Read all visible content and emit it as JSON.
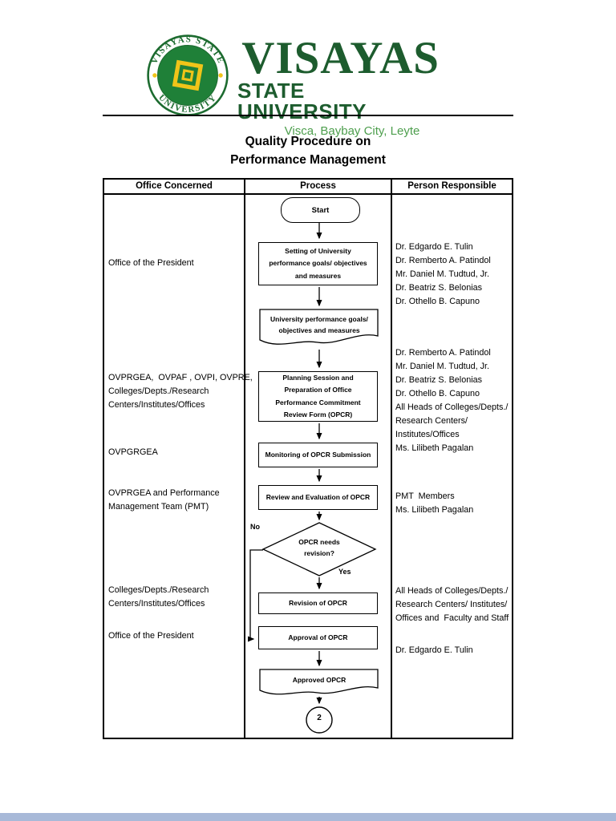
{
  "header": {
    "seal_top": "VISAYAS STATE",
    "seal_bottom": "UNIVERSITY",
    "university_line1": "VISAYAS",
    "university_line2": "STATE UNIVERSITY",
    "address": "Visca, Baybay City, Leyte"
  },
  "colors": {
    "brand_green": "#1d5c2e",
    "address_green": "#4d9e4d",
    "seal_yellow": "#f0c419",
    "seal_disc_green": "#1f8038",
    "footer_strip_blue": "#a8b9d8"
  },
  "title": "Quality Procedure on\nPerformance Management",
  "table": {
    "header1": "Office Concerned",
    "header2": "Process",
    "header3": "Person Responsible"
  },
  "office_concerned": {
    "item1": "Office of the President",
    "item2": "OVPRGEA,  OVPAF , OVPI, OVPRE,\nColleges/Depts./Research\nCenters/Institutes/Offices",
    "item3": "OVPGRGEA",
    "item4": "OVPRGEA and Performance\nManagement Team (PMT)",
    "item5": "Colleges/Depts./Research\nCenters/Institutes/Offices",
    "item6": "Office of the President"
  },
  "person_responsible": {
    "item1": "Dr. Edgardo E. Tulin\nDr. Remberto A. Patindol\nMr. Daniel M. Tudtud, Jr.\nDr. Beatriz S. Belonias\nDr. Othello B. Capuno",
    "item2": "Dr. Remberto A. Patindol\nMr. Daniel M. Tudtud, Jr.\nDr. Beatriz S. Belonias\nDr. Othello B. Capuno\nAll Heads of Colleges/Depts./\nResearch Centers/\nInstitutes/Offices",
    "item3": "Ms. Lilibeth Pagalan",
    "item4": "PMT  Members\nMs. Lilibeth Pagalan",
    "item5": "All Heads of Colleges/Depts./\nResearch Centers/ Institutes/\nOffices and  Faculty and Staff",
    "item6": "Dr. Edgardo E. Tulin"
  },
  "flowchart": {
    "start": "Start",
    "step1": "Setting of University performance goals/ objectives and measures",
    "doc1": "University performance goals/ objectives and measures",
    "step2": "Planning Session and Preparation of Office Performance Commitment Review Form (OPCR)",
    "step3": "Monitoring of OPCR Submission",
    "step4": "Review and Evaluation of OPCR",
    "decision": "OPCR needs revision?",
    "decision_no": "No",
    "decision_yes": "Yes",
    "step5": "Revision of OPCR",
    "step6": "Approval of OPCR",
    "doc2": "Approved OPCR",
    "connector": "2"
  }
}
